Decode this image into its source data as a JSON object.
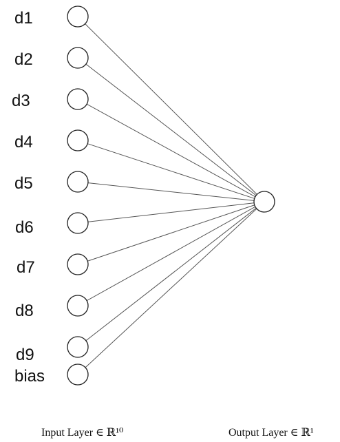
{
  "diagram": {
    "input_nodes": [
      {
        "label": "d1"
      },
      {
        "label": "d2"
      },
      {
        "label": "d3"
      },
      {
        "label": "d4"
      },
      {
        "label": "d5"
      },
      {
        "label": "d6"
      },
      {
        "label": "d7"
      },
      {
        "label": "d8"
      },
      {
        "label": "d9"
      },
      {
        "label": "bias"
      }
    ],
    "output_nodes": [
      {
        "label": ""
      }
    ],
    "captions": {
      "input": "Input Layer ∈ ℝ¹⁰",
      "output": "Output Layer ∈ ℝ¹"
    },
    "colors": {
      "node_stroke": "#222222",
      "edge": "#555555",
      "text": "#111111"
    }
  }
}
